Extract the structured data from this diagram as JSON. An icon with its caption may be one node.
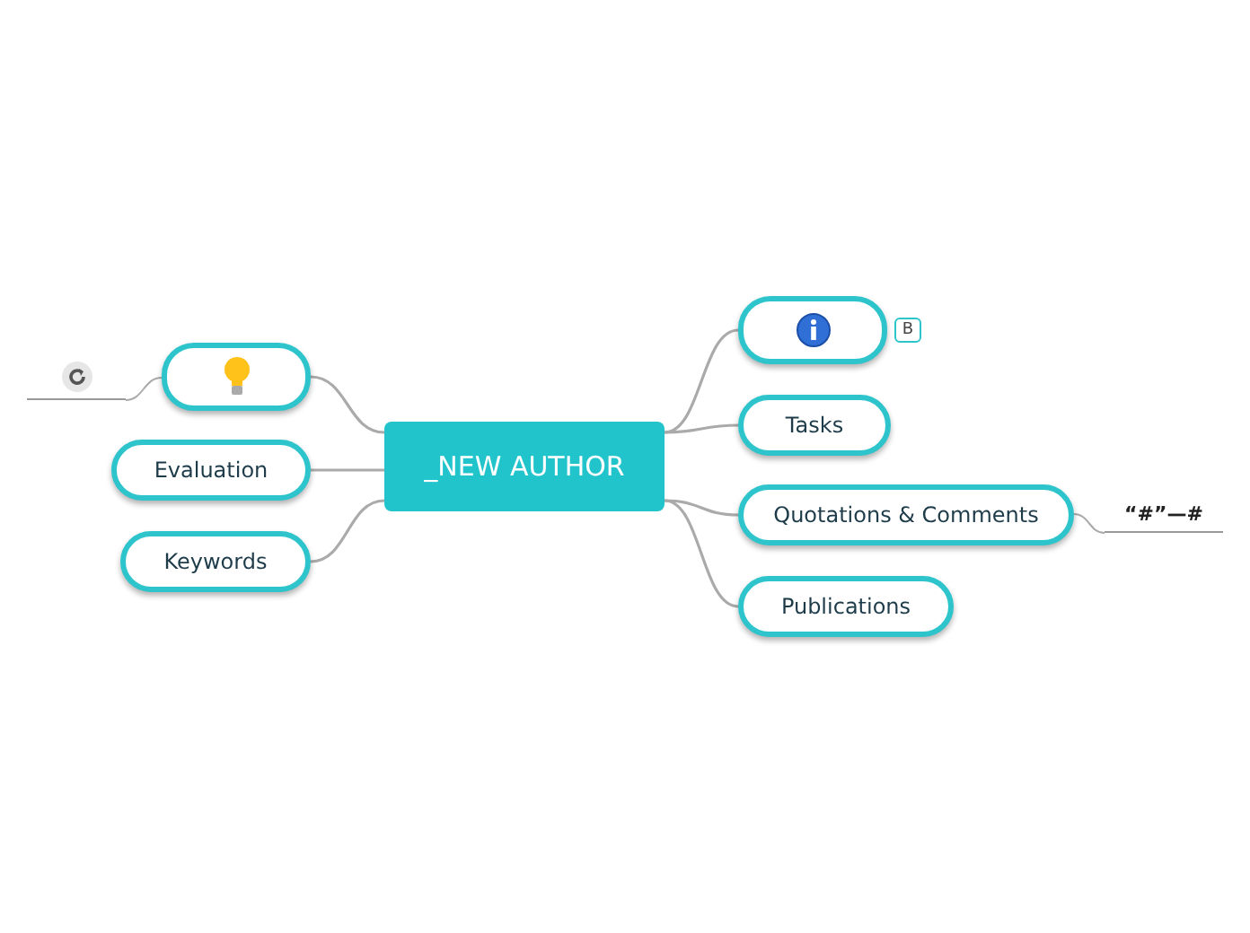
{
  "diagram": {
    "nodes": [
      {
        "text": [
          "_NEW AUTHOR"
        ]
      },
      {
        "text": [],
        "shape": "box",
        "beside": [
          "B"
        ]
      },
      {
        "text": [
          "Tasks"
        ]
      },
      {
        "text": [
          "Quotations & Comments"
        ]
      },
      {
        "text": [
          "Publications"
        ]
      },
      {
        "text": [],
        "shape": "box"
      },
      {
        "text": [
          "Evaluation"
        ]
      },
      {
        "text": [
          "Keywords"
        ]
      },
      {
        "text": [],
        "shape": "circle"
      },
      {
        "text": [
          "“#”—#"
        ]
      }
    ],
    "edges": [
      {
        "from": 0,
        "to": 1,
        "arrow": "none"
      },
      {
        "from": 0,
        "to": 2,
        "arrow": "none"
      },
      {
        "from": 0,
        "to": 3,
        "arrow": "none"
      },
      {
        "from": 0,
        "to": 4,
        "arrow": "none"
      },
      {
        "from": 0,
        "to": 5,
        "arrow": "none"
      },
      {
        "from": 0,
        "to": 6,
        "arrow": "none"
      },
      {
        "from": 0,
        "to": 7,
        "arrow": "none"
      },
      {
        "from": 5,
        "to": 8,
        "arrow": "none"
      },
      {
        "from": 3,
        "to": 9,
        "arrow": "none"
      }
    ]
  }
}
